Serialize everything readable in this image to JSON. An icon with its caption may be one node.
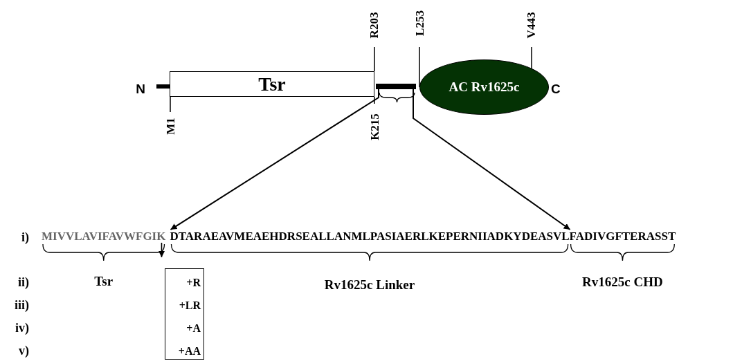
{
  "diagram": {
    "nodes": [
      {
        "text": [
          "Tsr"
        ],
        "beside": [
          "N",
          "M1",
          "R203",
          "K215"
        ]
      },
      {
        "text": [
          "AC Rv1625c"
        ],
        "beside": [
          "L253",
          "V443",
          "C"
        ]
      },
      {
        "text": [
          "MIVVLAVIFAVWFGIK"
        ],
        "beside": [
          "Tsr"
        ]
      },
      {
        "text": [
          "DTARAEAVMEAEHDRSEALLANMLPASIAERLKEPERNIIADKYDEASVL"
        ],
        "beside": [
          "Rv1625c Linker"
        ]
      },
      {
        "text": [
          "FADIVGFTERASST"
        ],
        "beside": [
          "Rv1625c CHD"
        ]
      },
      {
        "text": [
          "+R",
          "+LR",
          "+A",
          "+AA"
        ]
      },
      {
        "text": [],
        "shape": "bar"
      }
    ],
    "edges": [
      {
        "from": 6,
        "to": 3,
        "arrow": "to"
      },
      {
        "from": 6,
        "to": 4,
        "arrow": "to"
      },
      {
        "from": 2,
        "to": 5,
        "arrow": "to"
      }
    ],
    "labels": [
      "i)",
      "ii)",
      "iii)",
      "iv)",
      "v)"
    ]
  }
}
